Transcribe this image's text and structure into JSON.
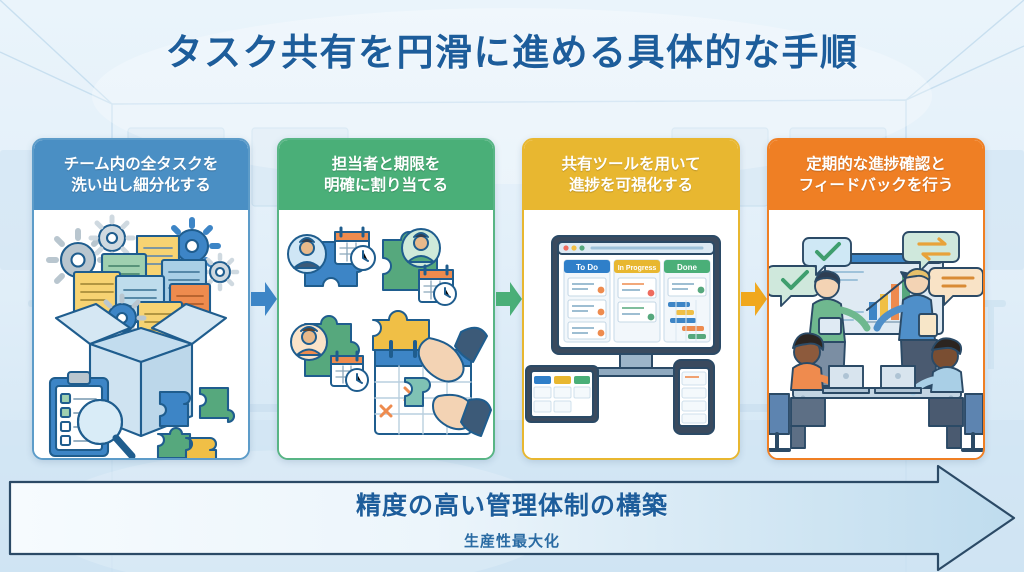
{
  "page": {
    "title": "タスク共有を円滑に進める具体的な手順",
    "background_color": "#e8f2fa",
    "title_color": "#1d5d9b"
  },
  "steps": [
    {
      "index": 1,
      "heading_line1": "チーム内の全タスクを",
      "heading_line2": "洗い出し細分化する",
      "accent_color": "#4a8fc4",
      "illustration": "open-box-with-task-notes-gears-clipboard-magnifier-puzzle"
    },
    {
      "index": 2,
      "heading_line1": "担当者と期限を",
      "heading_line2": "明確に割り当てる",
      "accent_color": "#4aaf78",
      "illustration": "puzzle-pieces-avatars-calendars-clocks-hands-placing-piece"
    },
    {
      "index": 3,
      "heading_line1": "共有ツールを用いて",
      "heading_line2": "進捗を可視化する",
      "accent_color": "#e8b730",
      "illustration": "kanban-board-on-desktop-tablet-phone"
    },
    {
      "index": 4,
      "heading_line1": "定期的な進捗確認と",
      "heading_line2": "フィードバックを行う",
      "accent_color": "#ef7f24",
      "illustration": "team-meeting-with-chart-presentation-and-speech-bubbles"
    }
  ],
  "arrows": [
    {
      "from": 1,
      "to": 2,
      "color": "#3d85c6",
      "icon": "right-arrow-icon"
    },
    {
      "from": 2,
      "to": 3,
      "color": "#4aaf78",
      "icon": "right-arrow-icon"
    },
    {
      "from": 3,
      "to": 4,
      "color": "#f0a81e",
      "icon": "right-arrow-icon"
    }
  ],
  "kanban": {
    "columns": [
      {
        "label": "To Do",
        "color": "#2f7fc9"
      },
      {
        "label": "In Progress",
        "color": "#e8b730"
      },
      {
        "label": "Done",
        "color": "#4aaf78"
      }
    ]
  },
  "banner": {
    "text": "精度の高い管理体制の構築",
    "subtext": "生産性最大化",
    "shape": "right-pointing-arrow-banner",
    "text_color": "#1d5d9b"
  }
}
